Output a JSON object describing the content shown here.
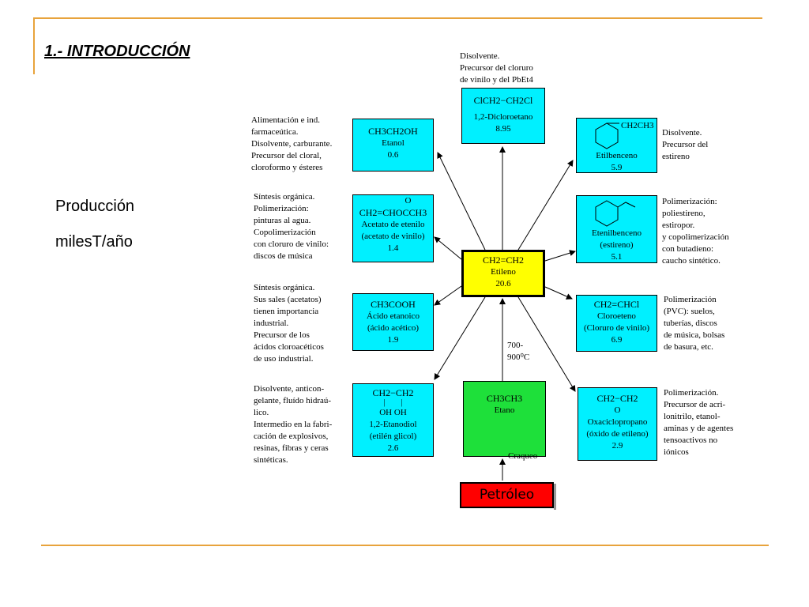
{
  "title": "1.- INTRODUCCIÓN",
  "side_text": {
    "line1": "Producción",
    "line2": "milesT/año"
  },
  "center": {
    "formula": "CH2=CH2",
    "name": "Etileno",
    "value": "20.6"
  },
  "top": {
    "note": [
      "Disolvente.",
      "Precursor del cloruro",
      "de vinilo y del PbEt4"
    ],
    "formula": "ClCH2−CH2Cl",
    "name": "1,2-Dicloroetano",
    "value": "8.95"
  },
  "etanol": {
    "formula": "CH3CH2OH",
    "name": "Etanol",
    "value": "0.6",
    "note": [
      "Alimentación e ind.",
      "farmaceútica.",
      "Disolvente, carburante.",
      "Precursor del cloral,",
      "cloroformo y ésteres"
    ]
  },
  "acetato": {
    "formula_top": "O",
    "formula": "CH2=CHOCCH3",
    "name": "Acetato de etenilo",
    "name2": "(acetato de vinilo)",
    "value": "1.4",
    "note": [
      "Síntesis orgánica.",
      "Polimerización:",
      "pinturas al agua.",
      "Copolimerización",
      "con cloruro de vinilo:",
      "discos de música"
    ]
  },
  "acido": {
    "formula": "CH3COOH",
    "name": "Ácido etanoico",
    "name2": "(ácido acético)",
    "value": "1.9",
    "note": [
      "Síntesis orgánica.",
      "Sus sales (acetatos)",
      "tienen importancia",
      "industrial.",
      "Precursor de los",
      "ácidos cloroacéticos",
      "de uso industrial."
    ]
  },
  "etanodiol": {
    "formula": "CH2−CH2",
    "formula2": "OH   OH",
    "name": "1,2-Etanodiol",
    "name2": "(etilén glicol)",
    "value": "2.6",
    "note": [
      "Disolvente, anticon-",
      "gelante, fluído hidraú-",
      "lico.",
      "Intermedio en la fabri-",
      "cación de explosivos,",
      "resinas, fibras y ceras",
      "sintéticas."
    ]
  },
  "etilbenceno": {
    "substituent": "CH2CH3",
    "name": "Etilbenceno",
    "value": "5.9",
    "note": [
      "Disolvente.",
      "Precursor del",
      "estireno"
    ]
  },
  "estireno": {
    "name": "Etenilbenceno",
    "name2": "(estireno)",
    "value": "5.1",
    "note": [
      "Polimerización:",
      "poliestireno,",
      "estiropor.",
      "y copolimerización",
      "con butadieno:",
      "caucho sintético."
    ]
  },
  "cloroeteno": {
    "formula": "CH2=CHCl",
    "name": "Cloroeteno",
    "name2": "(Cloruro de vinilo)",
    "value": "6.9",
    "note": [
      "Polimerización",
      "(PVC): suelos,",
      "tuberías, discos",
      "de música, bolsas",
      "de basura, etc."
    ]
  },
  "oxaciclo": {
    "formula": "CH2−CH2",
    "formula2": "O",
    "name": "Oxaciclopropano",
    "name2": "(óxido de etileno)",
    "value": "2.9",
    "note": [
      "Polimerización.",
      "Precursor de acri-",
      "lonitrilo, etanol-",
      "aminas y de agentes",
      "tensoactivos no",
      "iónicos"
    ]
  },
  "etano": {
    "formula": "CH3CH3",
    "name": "Etano",
    "temp": "700-",
    "temp2": "900⁰C"
  },
  "craqueo": "Craqueo",
  "petroleo": "Petróleo",
  "colors": {
    "accent_rule": "#e8a33c",
    "cyan_box": "#00f0ff",
    "green_box": "#1ee03a",
    "yellow_box": "#ffff00",
    "red_box": "#ff0000"
  }
}
